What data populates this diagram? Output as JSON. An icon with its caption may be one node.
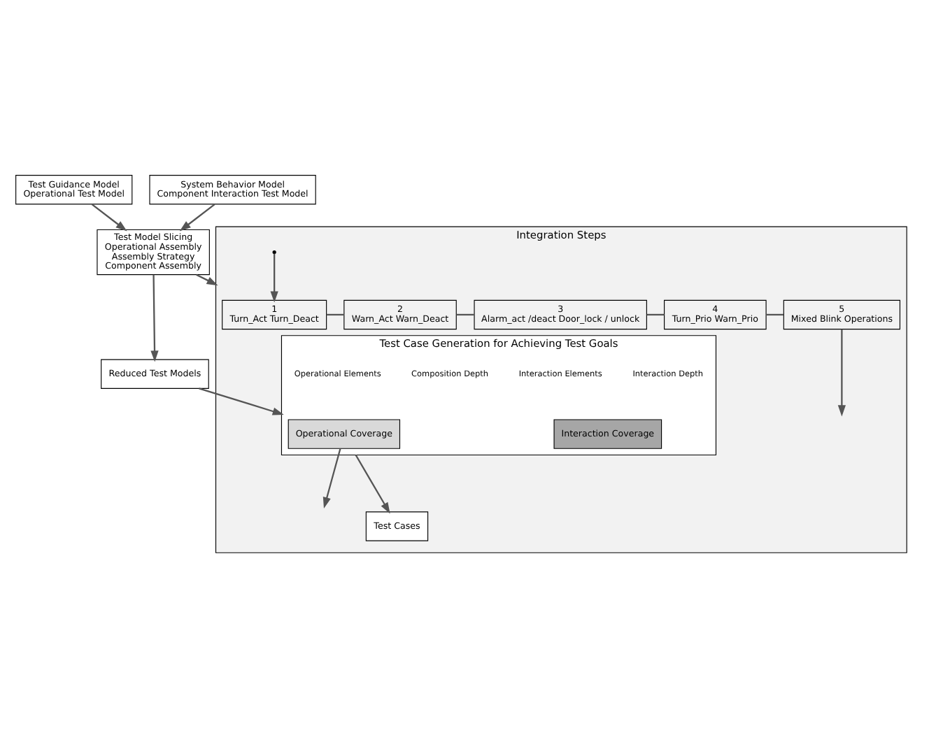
{
  "diagram": {
    "nodes": [
      {
        "text": [
          "Test Guidance Model",
          "Operational Test Model"
        ]
      },
      {
        "text": [
          "System Behavior Model",
          "Component Interaction Test Model"
        ]
      },
      {
        "text": [
          "Test Model Slicing",
          "Operational Assembly",
          "Assembly Strategy",
          "Component Assembly"
        ]
      },
      {
        "text": [
          "Reduced Test Models"
        ]
      },
      {
        "text": [
          "Integration Steps"
        ]
      },
      {
        "text": [
          "1",
          "Turn_Act Turn_Deact"
        ],
        "in": 4
      },
      {
        "text": [
          "2",
          "Warn_Act Warn_Deact"
        ],
        "in": 4
      },
      {
        "text": [
          "3",
          "Alarm_act /deact Door_lock / unlock"
        ],
        "in": 4
      },
      {
        "text": [
          "4",
          "Turn_Prio Warn_Prio"
        ],
        "in": 4
      },
      {
        "text": [
          "5",
          "Mixed Blink Operations"
        ],
        "in": 4
      },
      {
        "text": [
          "Test Case Generation for Achieving Test Goals"
        ],
        "in": 4
      },
      {
        "text": [
          "Operational Coverage"
        ],
        "in": 10
      },
      {
        "text": [
          "Interaction Coverage"
        ],
        "in": 10
      },
      {
        "text": [
          "Test Cases"
        ],
        "in": 4
      }
    ],
    "edges": [
      {
        "from": 0,
        "to": 2,
        "arrow": "to"
      },
      {
        "from": 1,
        "to": 2,
        "arrow": "to"
      },
      {
        "from": 2,
        "to": 3,
        "arrow": "to"
      },
      {
        "from": 2,
        "to": 4,
        "arrow": "to"
      },
      {
        "from": 3,
        "to": 10,
        "arrow": "to"
      },
      {
        "from": 5,
        "to": 6,
        "arrow": "none"
      },
      {
        "from": 6,
        "to": 7,
        "arrow": "none"
      },
      {
        "from": 7,
        "to": 8,
        "arrow": "none"
      },
      {
        "from": 8,
        "to": 9,
        "arrow": "none"
      },
      {
        "from": 9,
        "to": null,
        "arrow": "to"
      },
      {
        "from": 11,
        "to": null,
        "arrow": "to"
      },
      {
        "from": null,
        "to": 5,
        "arrow": "to"
      },
      {
        "from": 10,
        "to": 13,
        "arrow": "to"
      }
    ],
    "labels": [
      "Composition Depth",
      "Interaction Depth",
      "Operational Elements",
      "Interaction Elements"
    ]
  }
}
